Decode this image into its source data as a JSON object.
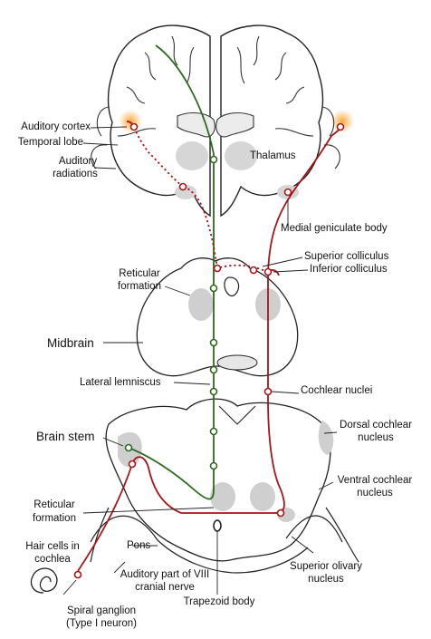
{
  "labels": {
    "auditory_cortex": "Auditory cortex",
    "temporal_lobe": "Temporal lobe",
    "auditory_radiations_1": "Auditory",
    "auditory_radiations_2": "radiations",
    "thalamus": "Thalamus",
    "medial_geniculate_body": "Medial geniculate body",
    "superior_colliculus": "Superior colliculus",
    "inferior_colliculus": "Inferior colliculus",
    "reticular_formation_upper_1": "Reticular",
    "reticular_formation_upper_2": "formation",
    "midbrain": "Midbrain",
    "lateral_lemniscus": "Lateral lemniscus",
    "cochlear_nuclei": "Cochlear nuclei",
    "dorsal_cochlear_nucleus_1": "Dorsal cochlear",
    "dorsal_cochlear_nucleus_2": "nucleus",
    "brain_stem": "Brain stem",
    "ventral_cochlear_nucleus_1": "Ventral cochlear",
    "ventral_cochlear_nucleus_2": "nucleus",
    "reticular_formation_lower_1": "Reticular",
    "reticular_formation_lower_2": "formation",
    "hair_cells_1": "Hair cells in",
    "hair_cells_2": "cochlea",
    "pons": "Pons",
    "auditory_nerve_1": "Auditory part of VIII",
    "auditory_nerve_2": "cranial nerve",
    "superior_olivary_1": "Superior olivary",
    "superior_olivary_2": "nucleus",
    "trapezoid_body": "Trapezoid body",
    "spiral_ganglion_1": "Spiral ganglion",
    "spiral_ganglion_2": "(Type I neuron)"
  },
  "colors": {
    "pathway_red": "#a4161a",
    "pathway_green": "#2d6a1f",
    "tissue_gray": "#d9d9d9",
    "outline": "#222222",
    "cortex_glow": "#f6b04a"
  }
}
